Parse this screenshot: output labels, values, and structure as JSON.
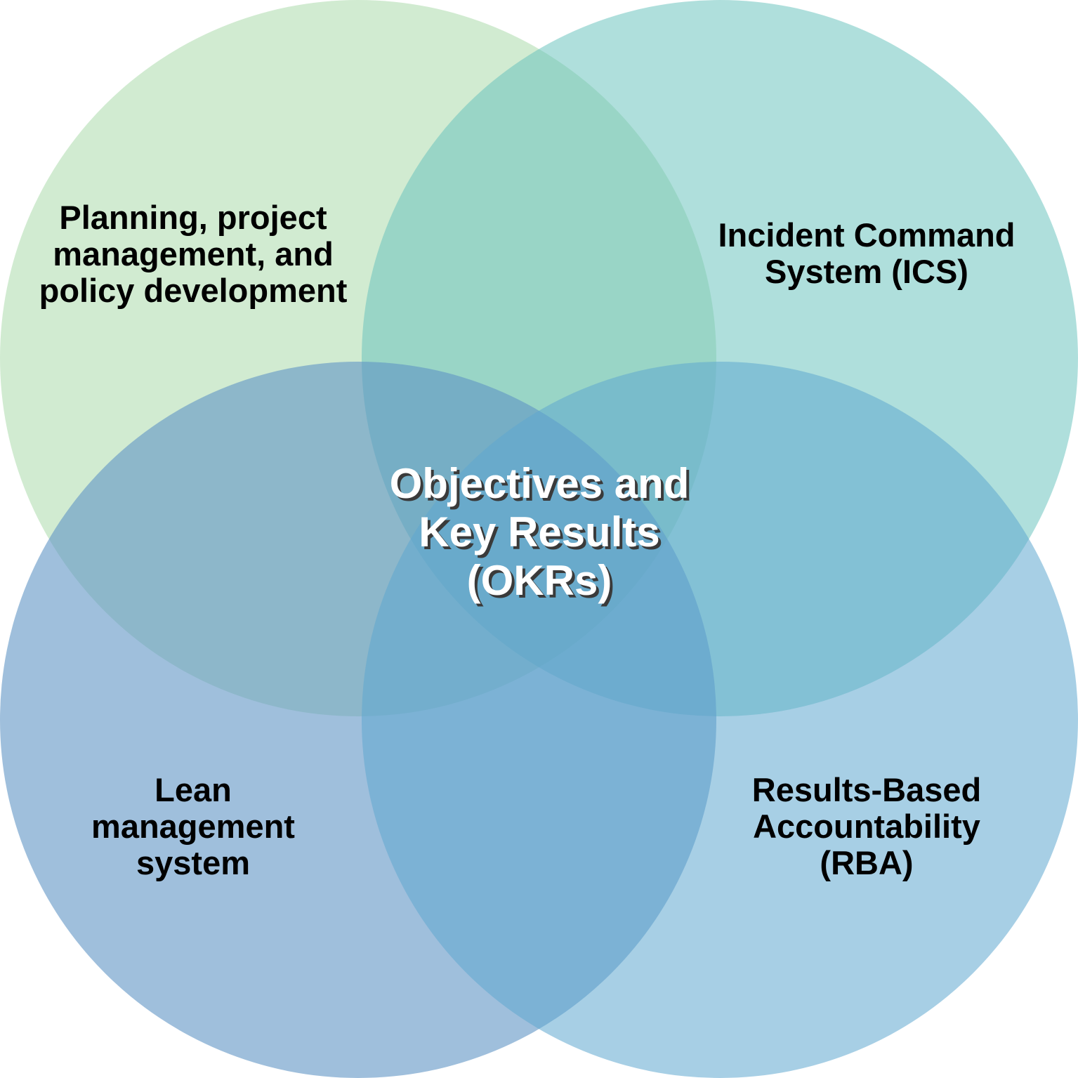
{
  "diagram": {
    "sets": [
      {
        "id": "planning",
        "lines": [
          "Planning, project",
          "management, and",
          "policy development"
        ],
        "color": "#a6d9a6"
      },
      {
        "id": "ics",
        "lines": [
          "Incident Command",
          "System (ICS)"
        ],
        "color": "#66c2bc"
      },
      {
        "id": "lean",
        "lines": [
          "Lean",
          "management",
          "system"
        ],
        "color": "#5f95c4"
      },
      {
        "id": "rba",
        "lines": [
          "Results-Based",
          "Accountability",
          "(RBA)"
        ],
        "color": "#5ea8d0"
      }
    ],
    "center": {
      "lines": [
        "Objectives and",
        "Key Results",
        "(OKRs)"
      ],
      "text_color": "#ffffff"
    }
  }
}
